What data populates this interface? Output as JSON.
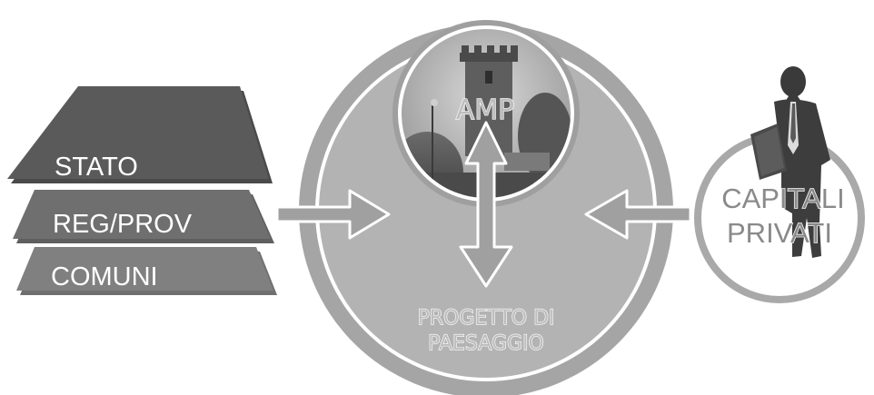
{
  "levels": [
    "STATO",
    "REG/PROV",
    "COMUNI"
  ],
  "amp_label": "AMP",
  "project_label": [
    "PROGETTO DI",
    "PAESAGGIO"
  ],
  "private_label": [
    "CAPITALI",
    "PRIVATI"
  ],
  "colors": {
    "level_dark": "#5a5a5a",
    "level_mid": "#6f6f6f",
    "level_light": "#808080",
    "outer_ring": "#a5a5a5",
    "inner_disc": "#b3b3b3",
    "arrow_fill": "#a0a0a0",
    "capitali_ring": "#a9a9a9"
  }
}
